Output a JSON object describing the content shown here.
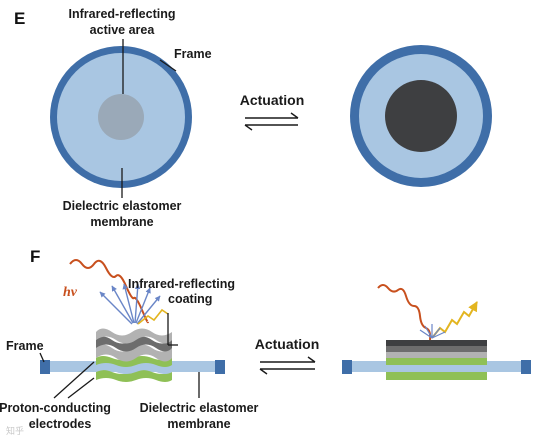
{
  "panel_e": {
    "letter": "E",
    "label_active_area_1": "Infrared-reflecting",
    "label_active_area_2": "active area",
    "label_frame": "Frame",
    "label_membrane_1": "Dielectric elastomer",
    "label_membrane_2": "membrane",
    "label_actuation": "Actuation"
  },
  "panel_f": {
    "letter": "F",
    "label_hv": "hv",
    "label_coating_1": "Infrared-reflecting",
    "label_coating_2": "coating",
    "label_frame": "Frame",
    "label_actuation": "Actuation",
    "label_electrodes_1": "Proton-conducting",
    "label_electrodes_2": "electrodes",
    "label_membrane_1": "Dielectric elastomer",
    "label_membrane_2": "membrane"
  },
  "watermark": "知乎",
  "colors": {
    "frame": "#3f6ea8",
    "membrane": "#a9c6e2",
    "active_area_off": "#9aa9b8",
    "active_area_on": "#3e3f41",
    "green_electrode": "#8fc056",
    "coating_light": "#b2b2b2",
    "coating_dark": "#6d6d6d",
    "hv_wave": "#c8501e",
    "reflected_ray": "#e3b520",
    "scatter_ray": "#6a86c7"
  }
}
